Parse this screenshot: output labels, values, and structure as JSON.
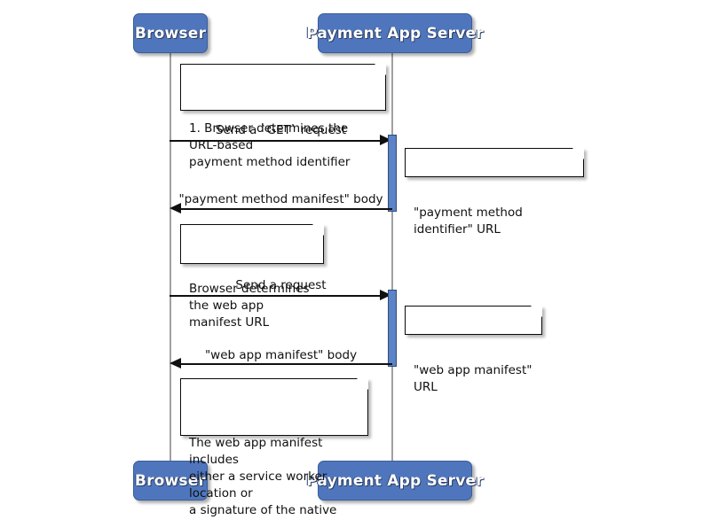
{
  "diagram": {
    "type": "sequence-diagram",
    "title": "Payment method manifest retrieval",
    "colors": {
      "participant_fill": "#4F76BD",
      "participant_border": "#3A5C9A",
      "participant_text": "#FFFFFF",
      "activation_fill": "#5B83C6",
      "activation_border": "#2D4A7D",
      "lifeline": "#A0A0A0",
      "line": "#101010",
      "note_fill": "#FFFFFF",
      "note_border": "#0A0A0A",
      "background": "#FFFFFF"
    }
  },
  "participants": [
    {
      "id": "browser",
      "label": "Browser"
    },
    {
      "id": "server",
      "label": "Payment App Server"
    }
  ],
  "participants_bottom": [
    {
      "id": "browser",
      "label": "Browser"
    },
    {
      "id": "server",
      "label": "Payment App Server"
    }
  ],
  "notes": [
    {
      "id": "note-1",
      "placement": "over",
      "text": "1. Browser determines the URL-based\npayment method identifier"
    },
    {
      "id": "note-2",
      "placement": "right-of-server",
      "text": "\"payment method identifier\" URL"
    },
    {
      "id": "note-3",
      "placement": "right-of-browser",
      "text": "Browser determines\nthe web app manifest URL"
    },
    {
      "id": "note-4",
      "placement": "right-of-server",
      "text": "\"web app manifest\" URL"
    },
    {
      "id": "note-5",
      "placement": "right-of-browser",
      "text": "The web app manifest includes\neither a service worker location or\na signature of the native app."
    }
  ],
  "messages": [
    {
      "id": "msg-1",
      "from": "browser",
      "to": "server",
      "direction": "right",
      "label": "Send a `GET` request"
    },
    {
      "id": "msg-2",
      "from": "server",
      "to": "browser",
      "direction": "left",
      "label": "\"payment method manifest\" body"
    },
    {
      "id": "msg-3",
      "from": "browser",
      "to": "server",
      "direction": "right",
      "label": "Send a request"
    },
    {
      "id": "msg-4",
      "from": "server",
      "to": "browser",
      "direction": "left",
      "label": "\"web app manifest\" body"
    }
  ],
  "activations": [
    {
      "id": "activation-1",
      "on": "server"
    },
    {
      "id": "activation-2",
      "on": "server"
    }
  ]
}
